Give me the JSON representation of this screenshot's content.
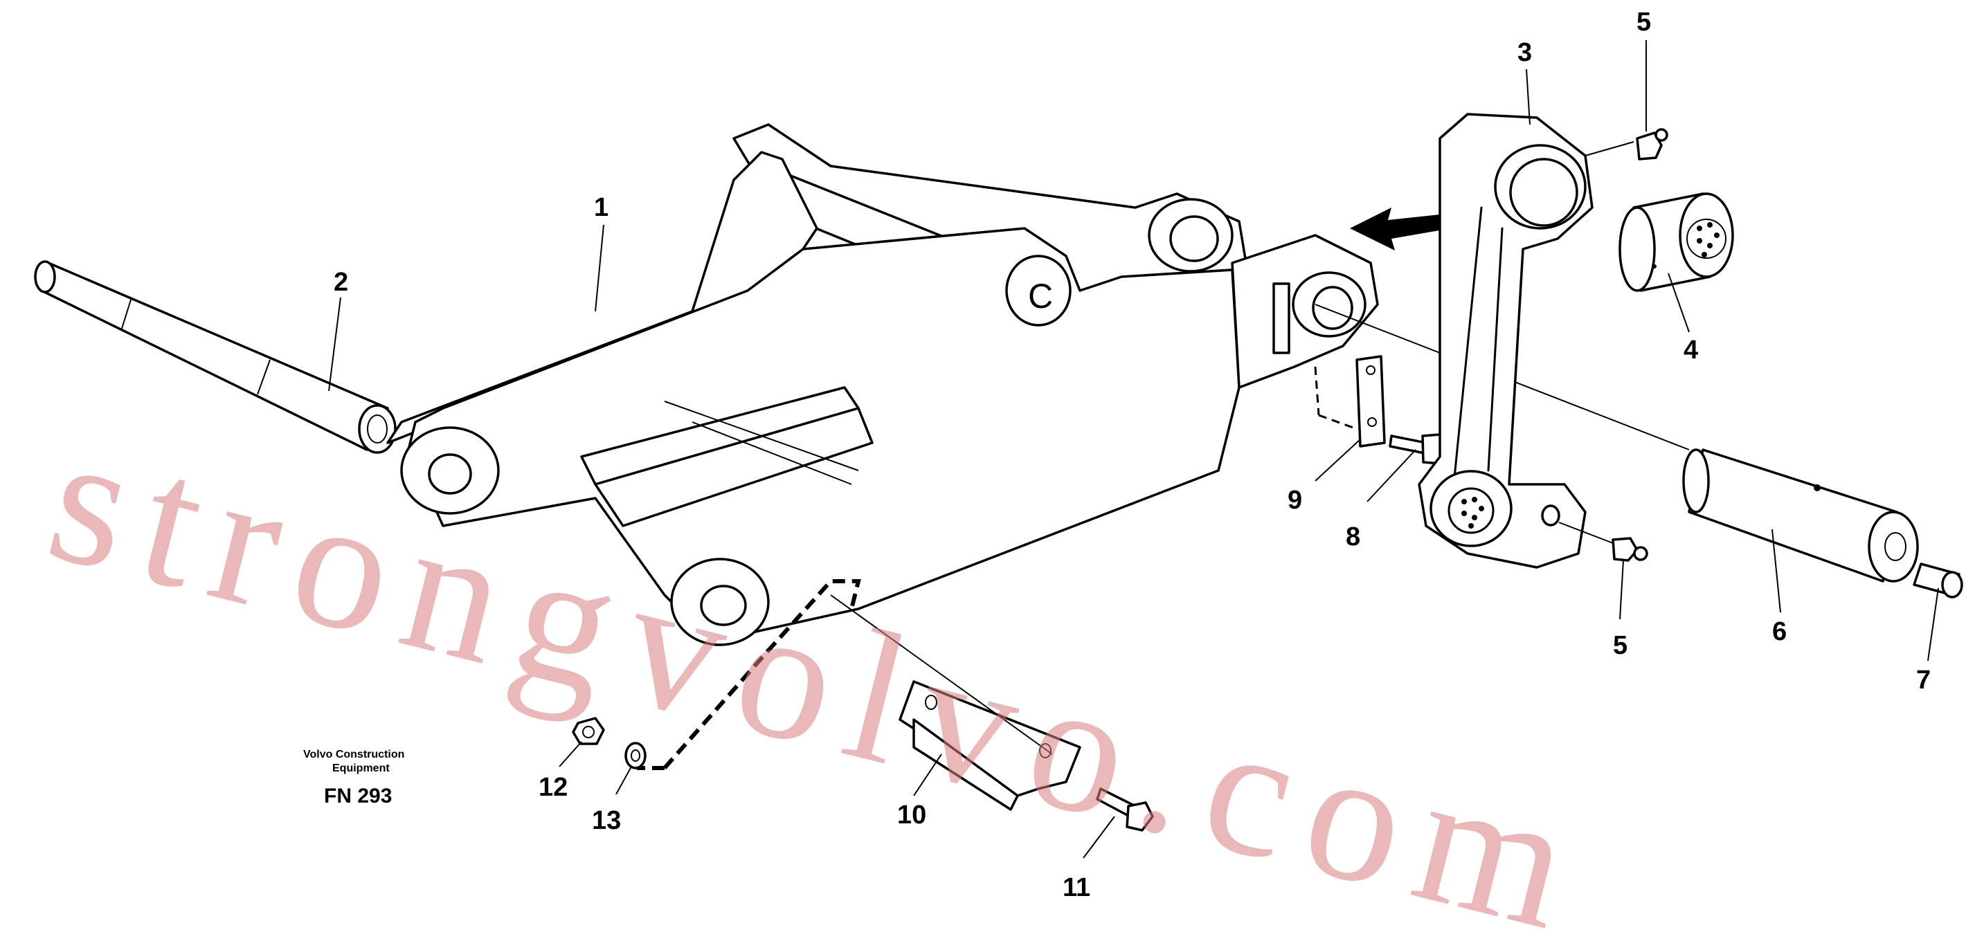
{
  "labels": {
    "l1": "1",
    "l2": "2",
    "l3": "3",
    "l4": "4",
    "l5a": "5",
    "l5b": "5",
    "l6": "6",
    "l7": "7",
    "l8": "8",
    "l9": "9",
    "l10": "10",
    "l11": "11",
    "l12": "12",
    "l13": "13"
  },
  "caption": {
    "line1": "Volvo Construction",
    "line2": "Equipment",
    "code": "FN 293"
  },
  "watermark": "strongvolvo.com"
}
